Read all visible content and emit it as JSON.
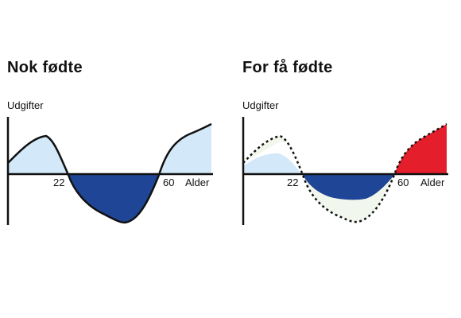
{
  "panels": {
    "left": {
      "title": "Nok fødte",
      "ylabel": "Udgifter",
      "xlabel": "Alder",
      "ticks": [
        "22",
        "60"
      ]
    },
    "right": {
      "title": "For få fødte",
      "ylabel": "Udgifter",
      "xlabel": "Alder",
      "ticks": [
        "22",
        "60"
      ]
    }
  },
  "colors": {
    "light_blue": "#d3e9f9",
    "dark_blue": "#1f4696",
    "red": "#e41e2b",
    "pale_fill": "#f1f7ec",
    "line": "#111111"
  }
}
